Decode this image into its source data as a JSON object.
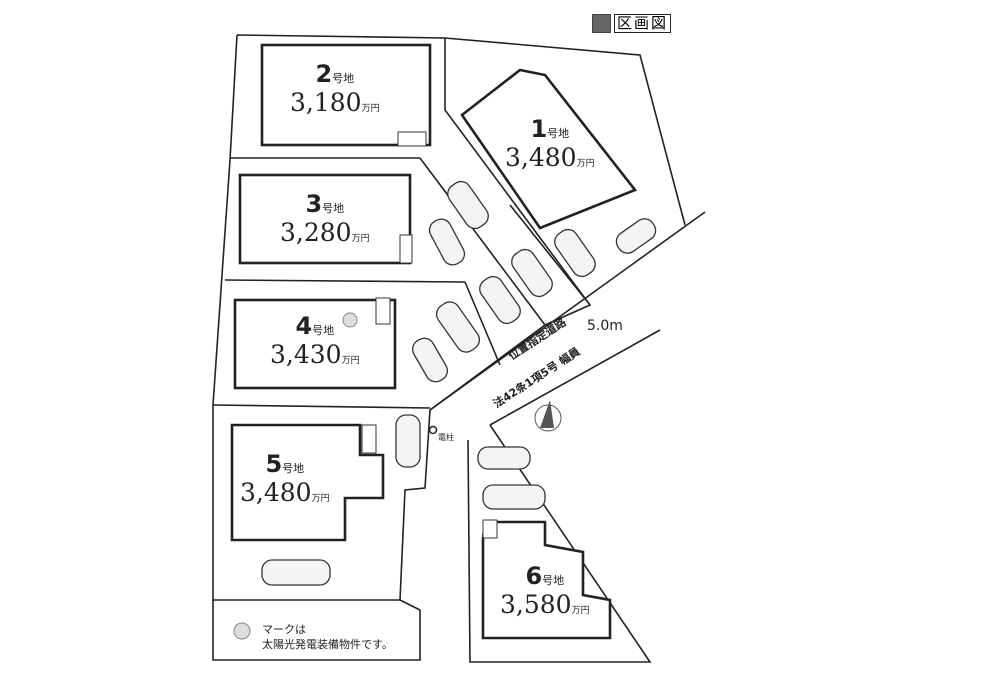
{
  "legend": {
    "label": "区画図",
    "swatch_color": "#666666"
  },
  "lots": [
    {
      "no": "2",
      "suffix": "号地",
      "price": "3,180",
      "unit": "万円"
    },
    {
      "no": "1",
      "suffix": "号地",
      "price": "3,480",
      "unit": "万円"
    },
    {
      "no": "3",
      "suffix": "号地",
      "price": "3,280",
      "unit": "万円"
    },
    {
      "no": "4",
      "suffix": "号地",
      "price": "3,430",
      "unit": "万円",
      "solar": true
    },
    {
      "no": "5",
      "suffix": "号地",
      "price": "3,480",
      "unit": "万円"
    },
    {
      "no": "6",
      "suffix": "号地",
      "price": "3,580",
      "unit": "万円"
    }
  ],
  "road": {
    "width": "5.0m",
    "line1": "位置指定道路",
    "line2": "法42条1項5号 幅員"
  },
  "pole": "電柱",
  "note": {
    "line1": "マークは",
    "line2": "太陽光発電装備物件です。"
  },
  "north_icon": "north-arrow-icon"
}
